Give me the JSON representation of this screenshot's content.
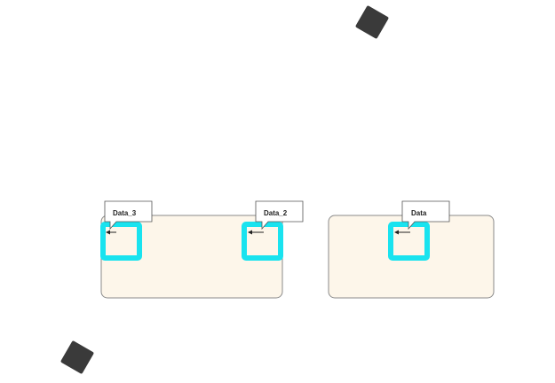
{
  "diagram": {
    "containers": [
      {
        "name": "container-left",
        "ports": [
          {
            "name": "port-data-3",
            "label": "Data_3"
          },
          {
            "name": "port-data-2",
            "label": "Data_2"
          }
        ]
      },
      {
        "name": "container-right",
        "ports": [
          {
            "name": "port-data",
            "label": "Data"
          }
        ]
      }
    ],
    "markers": [
      {
        "name": "diamond-marker-top",
        "icon": "diamond-icon"
      },
      {
        "name": "diamond-marker-bottom",
        "icon": "diamond-icon"
      }
    ]
  },
  "colors": {
    "container_fill": "#fdf6ea",
    "container_stroke": "#8a8a8a",
    "port_stroke": "#19e3ef",
    "callout_fill": "#ffffff",
    "callout_stroke": "#555555",
    "marker_fill": "#3a3a3a"
  }
}
